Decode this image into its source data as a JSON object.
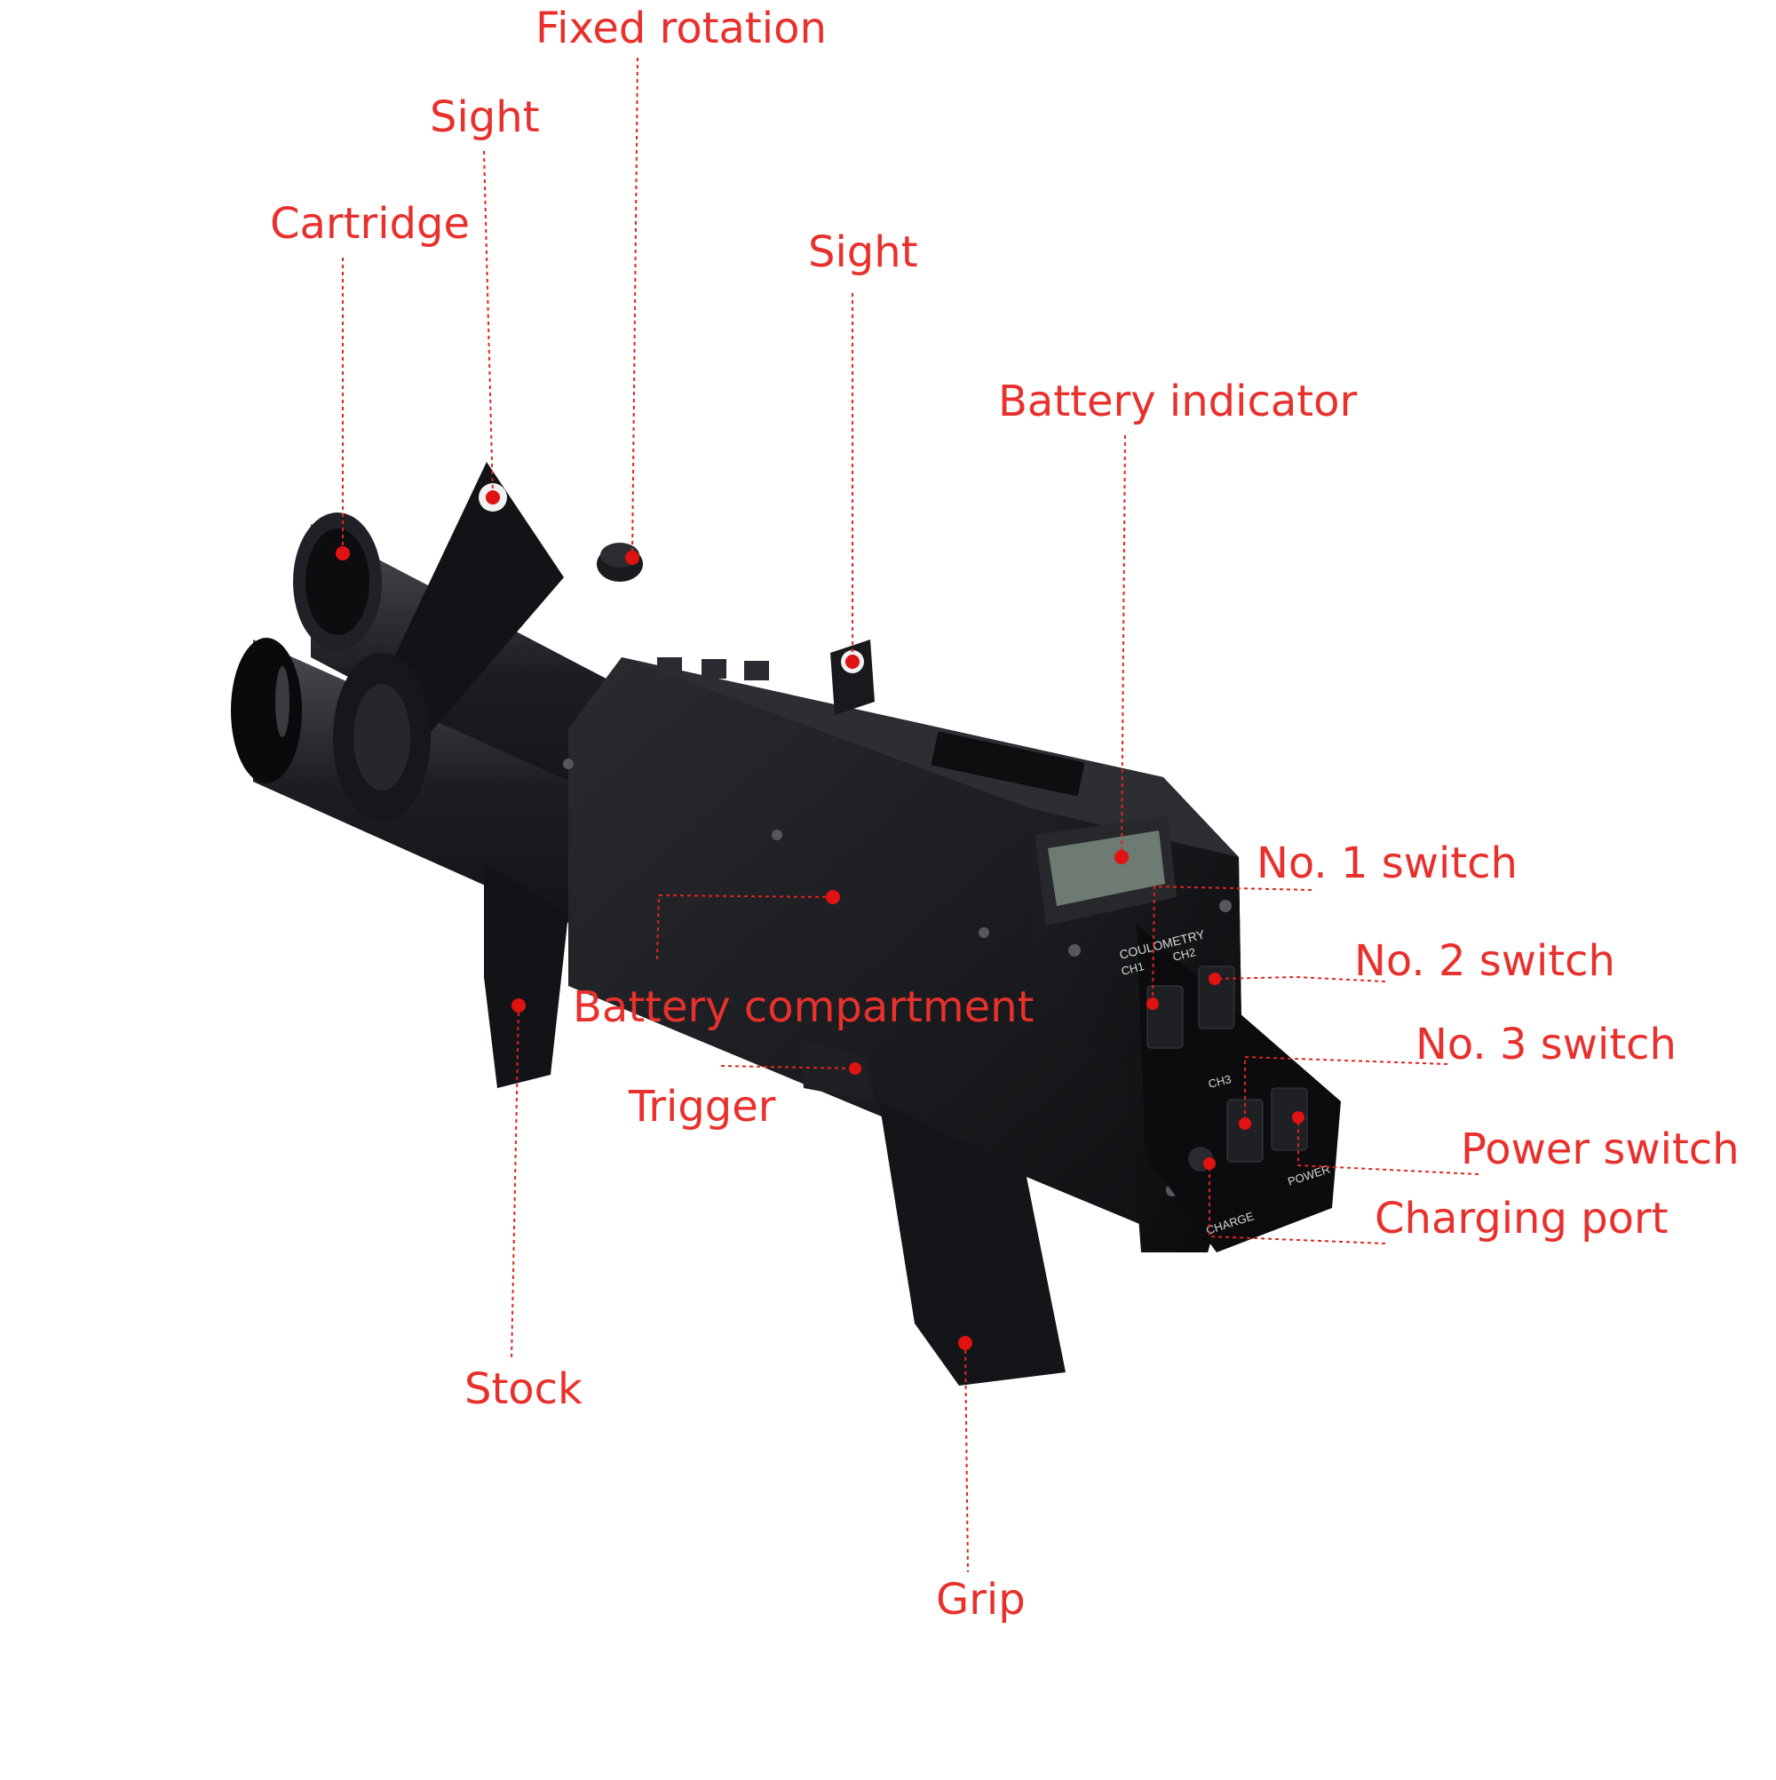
{
  "labels": {
    "fixed_rotation": "Fixed rotation",
    "sight_left": "Sight",
    "cartridge": "Cartridge",
    "sight_right": "Sight",
    "battery_indicator": "Battery indicator",
    "no1_switch": "No. 1 switch",
    "no2_switch": "No. 2 switch",
    "no3_switch": "No. 3 switch",
    "power_switch": "Power switch",
    "charging_port": "Charging port",
    "battery_compartment": "Battery compartment",
    "trigger": "Trigger",
    "stock": "Stock",
    "grip": "Grip"
  },
  "device_markings": {
    "coulometry": "COULOMETRY",
    "ch1": "CH1",
    "ch2": "CH2",
    "ch3": "CH3",
    "charge": "CHARGE",
    "power": "POWER"
  },
  "colors": {
    "label": "#e8302c",
    "marker": "#e01212",
    "device_body": "#17181b",
    "device_highlight": "#3a3c42"
  }
}
